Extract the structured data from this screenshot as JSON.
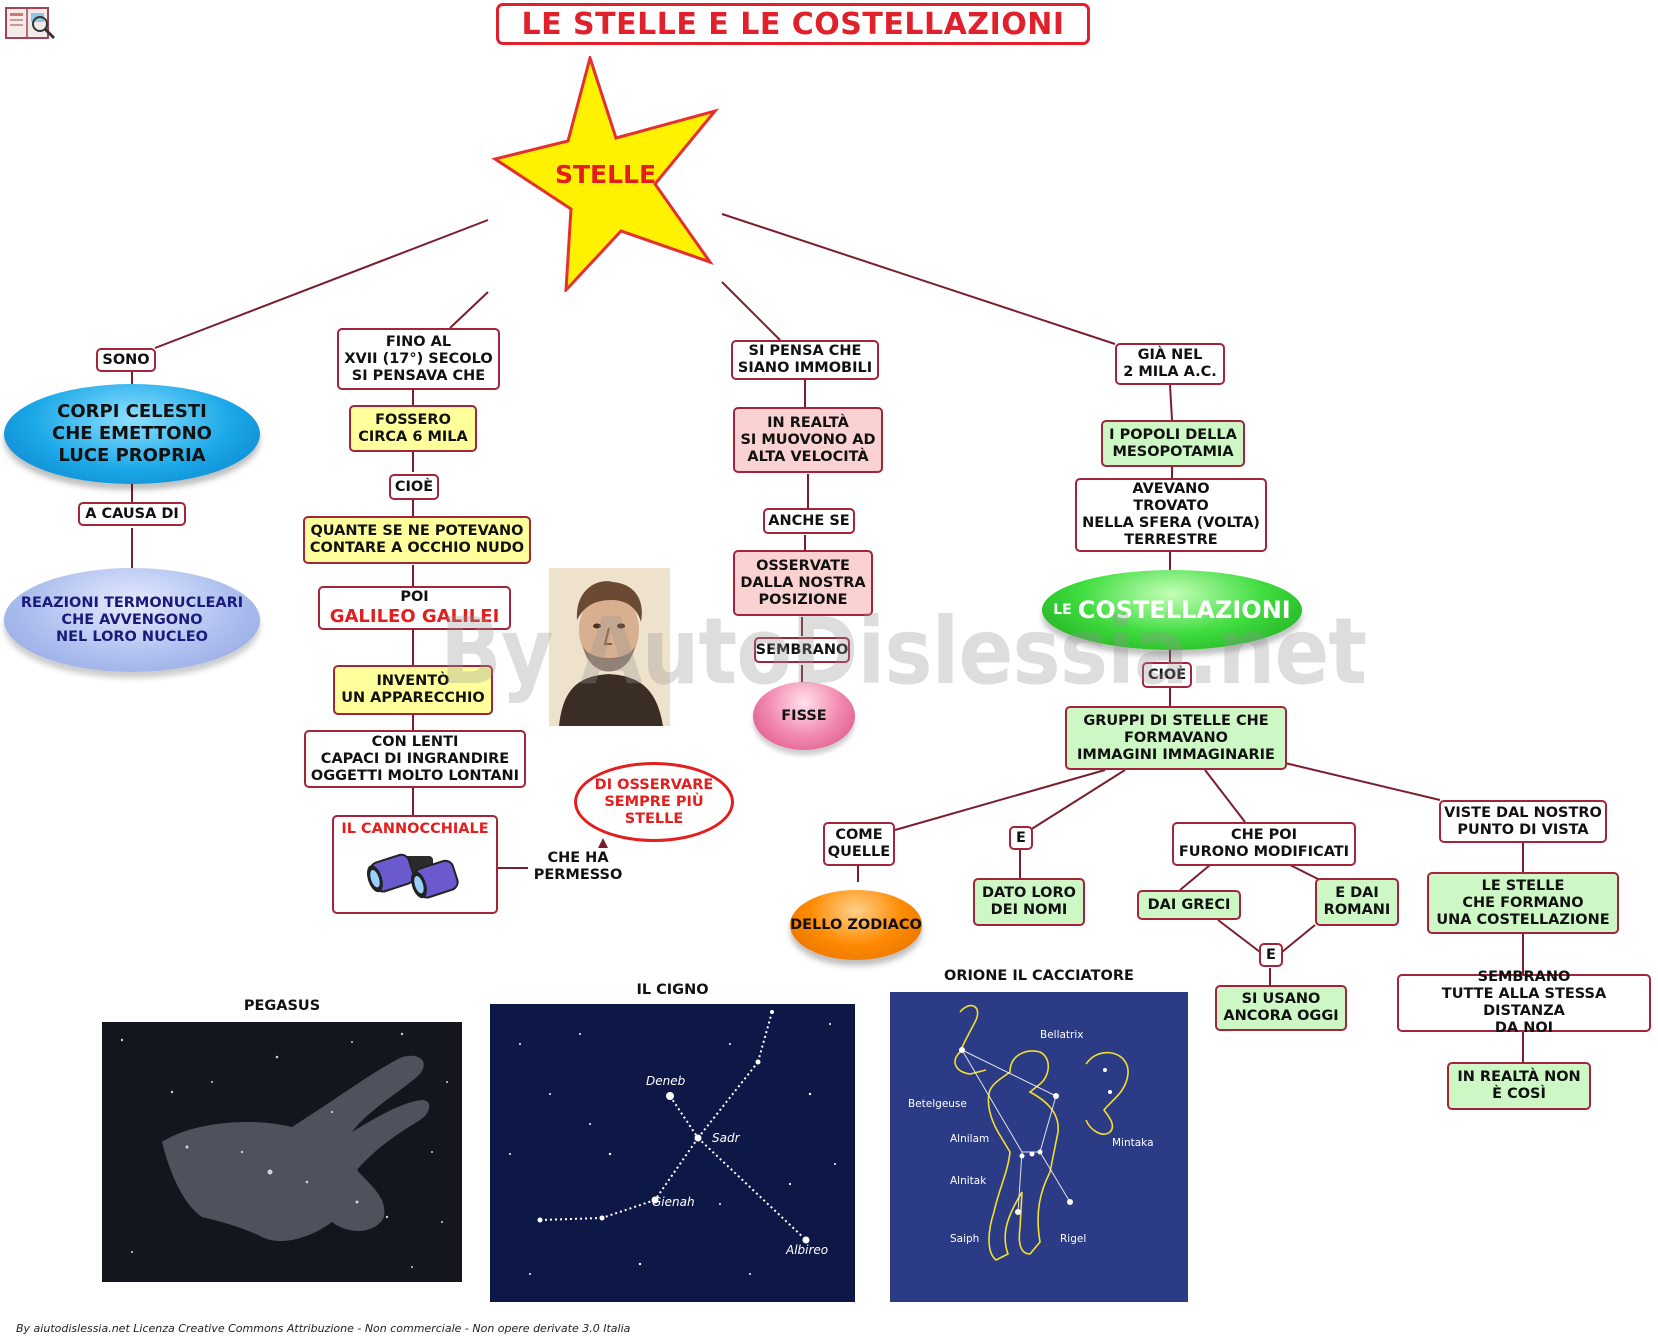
{
  "title": "LE STELLE E LE COSTELLAZIONI",
  "central": "STELLE",
  "nodes": {
    "sono": "SONO",
    "corpi": [
      "CORPI CELESTI",
      "CHE EMETTONO",
      "LUCE PROPRIA"
    ],
    "a_causa_di": "A CAUSA DI",
    "reazioni": [
      "REAZIONI TERMONUCLEARI",
      "CHE AVVENGONO",
      "NEL LORO NUCLEO"
    ],
    "fino_al": [
      "FINO AL",
      "XVII (17°) SECOLO",
      "SI PENSAVA CHE"
    ],
    "fossero": [
      "FOSSERO",
      "CIRCA 6 MILA"
    ],
    "cioe1": "CIOÈ",
    "quante": [
      "QUANTE SE NE POTEVANO",
      "CONTARE A OCCHIO NUDO"
    ],
    "poi": "POI",
    "galileo": "GALILEO GALILEI",
    "invento": [
      "INVENTÒ",
      "UN APPARECCHIO"
    ],
    "con_lenti": [
      "CON LENTI",
      "CAPACI DI  INGRANDIRE",
      "OGGETTI MOLTO LONTANI"
    ],
    "cannocchiale": "IL CANNOCCHIALE",
    "che_ha_permesso": [
      "CHE HA",
      "PERMESSO"
    ],
    "di_osservare": [
      "DI OSSERVARE",
      "SEMPRE PIÙ",
      "STELLE"
    ],
    "si_pensa": [
      "SI PENSA CHE",
      "SIANO IMMOBILI"
    ],
    "in_realta": [
      "IN REALTÀ",
      "SI MUOVONO AD",
      "ALTA VELOCITÀ"
    ],
    "anche_se": "ANCHE SE",
    "osservate": [
      "OSSERVATE",
      "DALLA NOSTRA",
      "POSIZIONE"
    ],
    "sembrano": "SEMBRANO",
    "fisse": "FISSE",
    "gia_nel": [
      "GIÀ NEL",
      "2 MILA  A.C."
    ],
    "popoli": [
      "I POPOLI DELLA",
      "MESOPOTAMIA"
    ],
    "avevano": [
      "AVEVANO",
      "TROVATO",
      "NELLA SFERA (VOLTA)",
      "TERRESTRE"
    ],
    "costellazioni_le": "LE",
    "costellazioni": "COSTELLAZIONI",
    "cioe2": "CIOÈ",
    "gruppi": [
      "GRUPPI DI STELLE CHE",
      "FORMAVANO",
      "IMMAGINI IMMAGINARIE"
    ],
    "come_quelle": [
      "COME",
      "QUELLE"
    ],
    "zodiaco": "DELLO ZODIACO",
    "e1": "E",
    "dato_loro": [
      "DATO LORO",
      "DEI NOMI"
    ],
    "che_poi": [
      "CHE POI",
      "FURONO MODIFICATI"
    ],
    "dai_greci": "DAI GRECI",
    "e_dai_romani": [
      "E DAI",
      "ROMANI"
    ],
    "e2": "E",
    "si_usano": [
      "SI USANO",
      "ANCORA OGGI"
    ],
    "viste": [
      "VISTE DAL NOSTRO",
      "PUNTO DI VISTA"
    ],
    "le_stelle": [
      "LE STELLE",
      "CHE FORMANO",
      "UNA COSTELLAZIONE"
    ],
    "sembrano2": [
      "SEMBRANO",
      "TUTTE ALLA STESSA DISTANZA",
      "DA NOI"
    ],
    "in_realta2": [
      "IN REALTÀ NON",
      "È COSÌ"
    ]
  },
  "figures": {
    "pegasus": "PEGASUS",
    "cigno": "IL CIGNO",
    "orione": "ORIONE IL CACCIATORE",
    "cigno_stars": [
      "Deneb",
      "Sadr",
      "Gienah",
      "Albireo"
    ],
    "orione_stars": [
      "Bellatrix",
      "Betelgeuse",
      "Alnilam",
      "Mintaka",
      "Alnitak",
      "Saiph",
      "Rigel"
    ]
  },
  "watermark": "By AutoDislessia.net",
  "footer": "By aiutodislessia.net Licenza Creative Commons Attribuzione - Non commerciale - Non opere derivate 3.0 Italia",
  "colors": {
    "border": "#a3243b",
    "title": "#e0202a",
    "star": "#fff200",
    "cyan": "#1aa8e8",
    "green": "#2fcf2f",
    "orange": "#ff8a00",
    "pink": "#e4608c"
  }
}
